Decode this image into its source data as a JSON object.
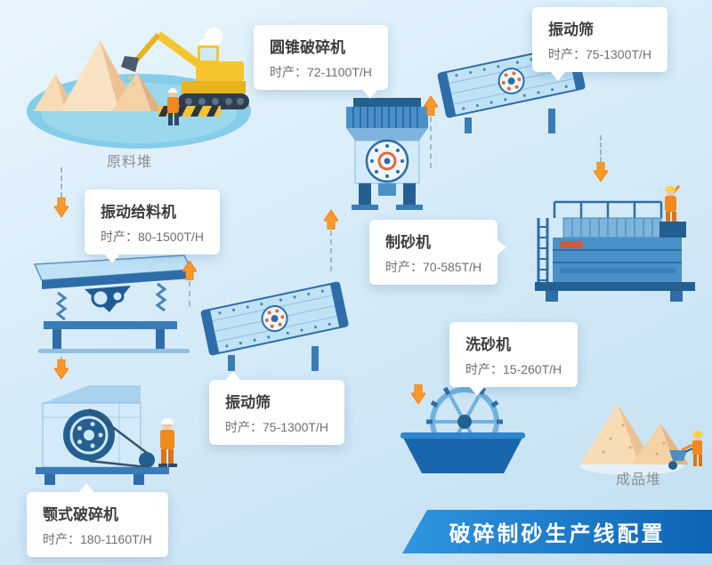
{
  "banner": {
    "title": "破碎制砂生产线配置"
  },
  "scene": {
    "raw_pile_label": "原料堆",
    "product_pile_label": "成品堆"
  },
  "labels": {
    "feeder": {
      "name": "振动给料机",
      "capacity": "时产：80-1500T/H"
    },
    "jaw_crusher": {
      "name": "颚式破碎机",
      "capacity": "时产：180-1160T/H"
    },
    "screen_mid": {
      "name": "振动筛",
      "capacity": "时产：75-1300T/H"
    },
    "cone_crusher": {
      "name": "圆锥破碎机",
      "capacity": "时产：72-1100T/H"
    },
    "screen_top": {
      "name": "振动筛",
      "capacity": "时产：75-1300T/H"
    },
    "sand_maker": {
      "name": "制砂机",
      "capacity": "时产：70-585T/H"
    },
    "washer": {
      "name": "洗砂机",
      "capacity": "时产：15-260T/H"
    }
  },
  "colors": {
    "accent_orange": "#ff9a2a",
    "machine_blue": "#4a90c8",
    "machine_blue_dark": "#24608f",
    "banner_blue": "#0d63b6",
    "background_blue": "#cfe7f7",
    "sand": "#f5d2a6"
  }
}
